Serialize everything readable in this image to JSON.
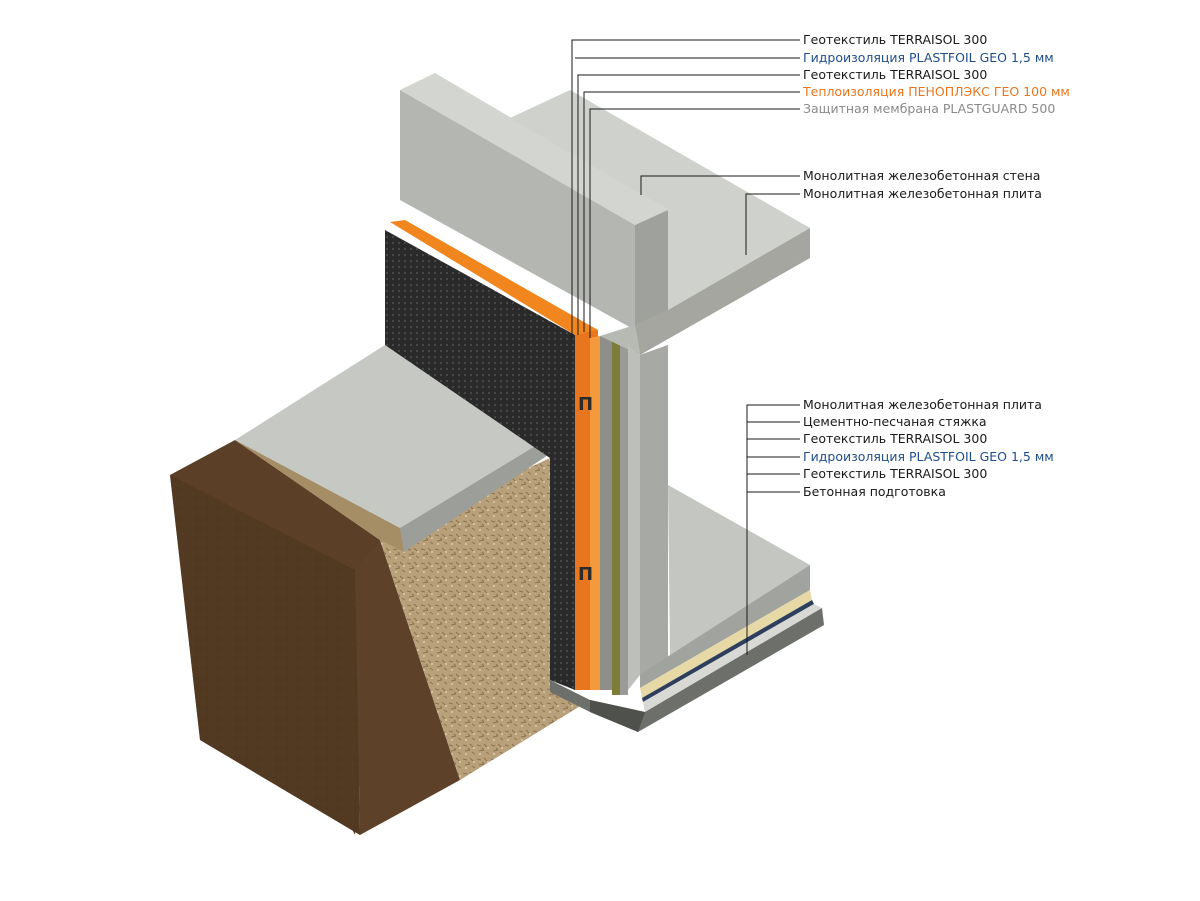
{
  "colors": {
    "default_text": "#1a1a1a",
    "waterproofing_text": "#1f4e8c",
    "insulation_text": "#e8761e",
    "membrane_text": "#8a8a8a",
    "concrete_light": "#c9cbc6",
    "concrete_mid": "#a9aba5",
    "concrete_dark": "#8c8e89",
    "soil_dark": "#4a3320",
    "soil_mid": "#6b4a2b",
    "backfill": "#b9a27c",
    "insulation": "#f28a1f",
    "membrane": "#2b2b2b",
    "waterproofing": "#2e3f5e"
  },
  "labels_wall": [
    {
      "text": "Геотекстиль TERRAISOL 300",
      "color_key": "default_text"
    },
    {
      "text": "Гидроизоляция PLASTFOIL GEO 1,5 мм",
      "color_key": "waterproofing_text"
    },
    {
      "text": "Геотекстиль TERRAISOL 300",
      "color_key": "default_text"
    },
    {
      "text": "Теплоизоляция ПЕНОПЛЭКС ГЕО 100 мм",
      "color_key": "insulation_text"
    },
    {
      "text": "Защитная мембрана PLASTGUARD 500",
      "color_key": "membrane_text"
    }
  ],
  "labels_structure": [
    {
      "text": "Монолитная железобетонная стена",
      "color_key": "default_text"
    },
    {
      "text": "Монолитная железобетонная плита",
      "color_key": "default_text"
    }
  ],
  "labels_floor": [
    {
      "text": "Монолитная железобетонная плита",
      "color_key": "default_text"
    },
    {
      "text": "Цементно-песчаная стяжка",
      "color_key": "default_text"
    },
    {
      "text": "Геотекстиль TERRAISOL 300",
      "color_key": "default_text"
    },
    {
      "text": "Гидроизоляция PLASTFOIL GEO 1,5 мм",
      "color_key": "waterproofing_text"
    },
    {
      "text": "Геотекстиль TERRAISOL 300",
      "color_key": "default_text"
    },
    {
      "text": "Бетонная подготовка",
      "color_key": "default_text"
    }
  ]
}
